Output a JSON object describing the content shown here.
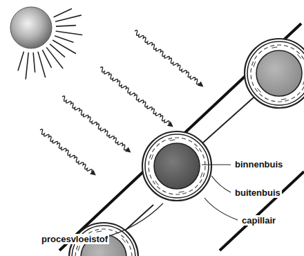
{
  "diagram": {
    "labels": [
      "binnenbuis",
      "buitenbuis",
      "capillair",
      "procesvloeistof"
    ]
  }
}
